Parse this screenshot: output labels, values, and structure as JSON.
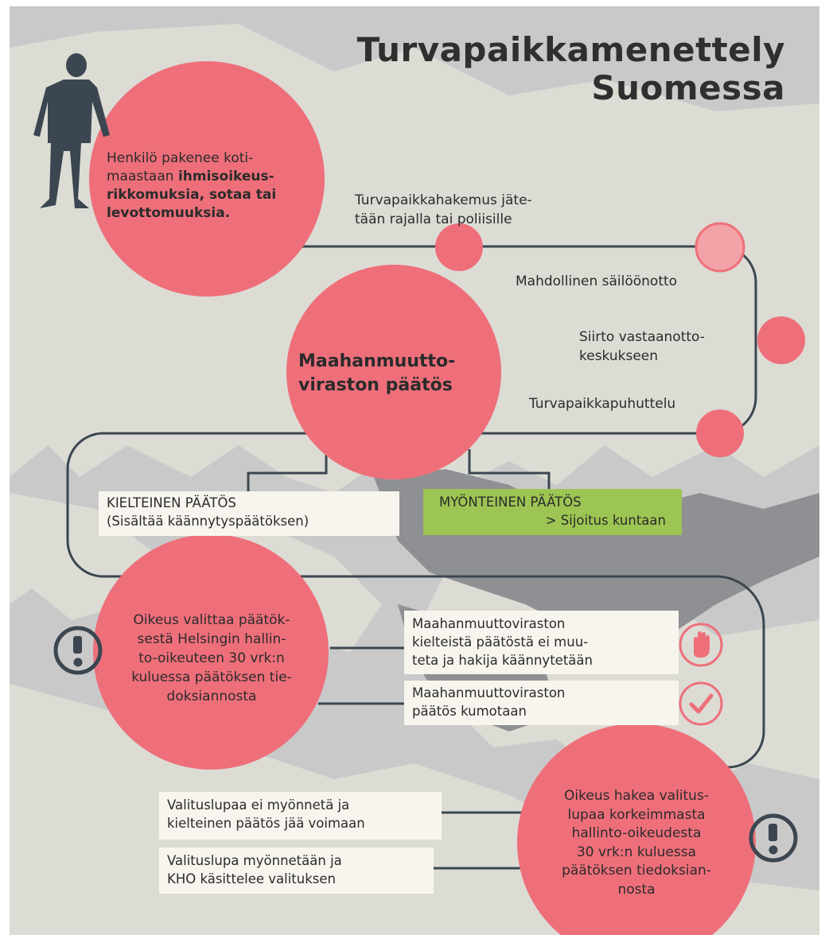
{
  "title": {
    "line1": "Turvapaikkamenettely",
    "line2": "Suomessa"
  },
  "intro": {
    "line1": "Henkilö pakenee koti-",
    "line2_plain": "maastaan ",
    "line2_bold": "ihmisoikeus-",
    "line3": "rikkomuksia, sotaa tai",
    "line4": "levottomuuksia."
  },
  "steps": {
    "application_line1": "Turvapaikkahakemus jäte-",
    "application_line2": "tään rajalla tai poliisille",
    "detention": "Mahdollinen säilöönotto",
    "transfer_line1": "Siirto vastaanotto-",
    "transfer_line2": "keskukseen",
    "interview": "Turvapaikkapuhuttelu"
  },
  "decision": {
    "line1": "Maahanmuutto-",
    "line2": "viraston päätös"
  },
  "negative": {
    "line1": "KIELTEINEN PÄÄTÖS",
    "line2": "(Sisältää käännytyspäätöksen)"
  },
  "positive": {
    "line1": "MYÖNTEINEN PÄÄTÖS",
    "line2": "> Sijoitus kuntaan"
  },
  "appeal": {
    "line1": "Oikeus valittaa päätök-",
    "line2": "sestä Helsingin hallin-",
    "line3": "to-oikeuteen 30 vrk:n",
    "line4": "kuluessa päätöksen tie-",
    "line5": "doksiannosta"
  },
  "outcome_rejected": {
    "line1": "Maahanmuuttoviraston",
    "line2": "kielteistä päätöstä ei muu-",
    "line3": "teta ja hakija käännytetään"
  },
  "outcome_overturned": {
    "line1": "Maahanmuuttoviraston",
    "line2": "päätös kumotaan"
  },
  "leave_denied": {
    "line1": "Valituslupaa ei myönnetä ja",
    "line2": "kielteinen päätös jää voimaan"
  },
  "leave_granted": {
    "line1": "Valituslupa myönnetään ja",
    "line2": "KHO käsittelee valituksen"
  },
  "supreme_appeal": {
    "line1": "Oikeus hakea valitus-",
    "line2": "lupaa korkeimmasta",
    "line3": "hallinto-oikeudesta",
    "line4": "30 vrk:n kuluessa",
    "line5": "päätöksen tiedoksian-",
    "line6": "nosta"
  },
  "icons": {
    "person": "person-silhouette-icon",
    "stop": "stop-hand-icon",
    "check": "checkmark-icon",
    "warning": "exclamation-icon"
  },
  "colors": {
    "circle": "#ee6f7a",
    "circle_light": "#f3a2a8",
    "line": "#3b4650",
    "map_light": "#dcdcd5",
    "map_dark": "#8f9093",
    "sea": "#c9c9c9",
    "green_box": "#9dc553",
    "box": "#f7f5ee"
  }
}
